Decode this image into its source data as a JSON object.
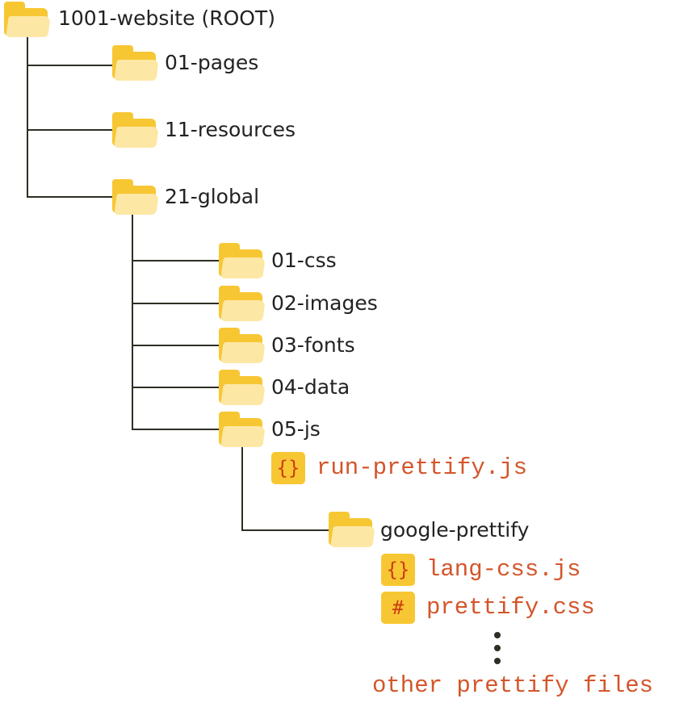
{
  "root": {
    "label": "1001-website (ROOT)"
  },
  "level1": [
    {
      "label": "01-pages"
    },
    {
      "label": "11-resources"
    },
    {
      "label": "21-global"
    }
  ],
  "global_children": [
    {
      "label": "01-css"
    },
    {
      "label": "02-images"
    },
    {
      "label": "03-fonts"
    },
    {
      "label": "04-data"
    },
    {
      "label": "05-js"
    }
  ],
  "js_file": {
    "icon": "{}",
    "label": "run-prettify.js"
  },
  "prettify_folder": {
    "label": "google-prettify"
  },
  "prettify_files": [
    {
      "icon": "{}",
      "label": "lang-css.js"
    },
    {
      "icon": "#",
      "label": "prettify.css"
    }
  ],
  "more": {
    "label": "other prettify files"
  },
  "colors": {
    "folder_back": "#f7c733",
    "folder_front": "#fde7a5",
    "file_text": "#d4552a",
    "line": "#2e2e24"
  }
}
